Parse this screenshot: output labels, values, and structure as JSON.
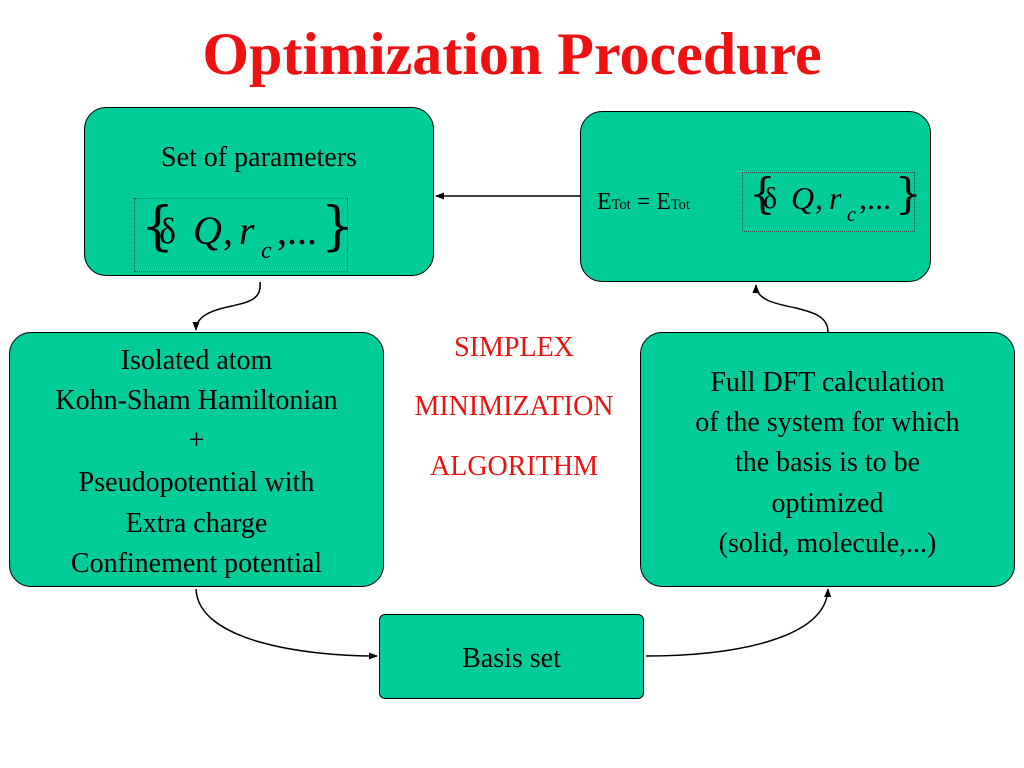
{
  "colors": {
    "title": "#ee1111",
    "box": "#00cc99",
    "algorithm": "#ee1111"
  },
  "title": "Optimization Procedure",
  "boxes": {
    "parameters": {
      "label": "Set of parameters",
      "formula": {
        "open": "{",
        "delta": "δ",
        "q": "Q",
        "comma1": ",",
        "r": "r",
        "sub": "c",
        "rest": ",...",
        "close": "}"
      }
    },
    "energy": {
      "e1": "E",
      "sub1": "Tot",
      "eq": "=",
      "e2": "E",
      "sub2": "Tot",
      "formula": {
        "open": "{",
        "delta": "δ",
        "q": "Q",
        "comma1": ",",
        "r": "r",
        "sub": "c",
        "rest": ",...",
        "close": "}"
      }
    },
    "atom": {
      "lines": [
        "Isolated atom",
        "Kohn-Sham Hamiltonian",
        "+",
        "Pseudopotential with",
        "Extra charge",
        "Confinement potential"
      ]
    },
    "dft": {
      "lines": [
        "Full DFT calculation",
        "of the system for which",
        "the basis is to be",
        "optimized",
        "(solid, molecule,...)"
      ]
    },
    "basis": {
      "label": "Basis set"
    }
  },
  "algorithm": [
    "SIMPLEX",
    "MINIMIZATION",
    "ALGORITHM"
  ],
  "icons": [
    "arrowhead-icon"
  ]
}
